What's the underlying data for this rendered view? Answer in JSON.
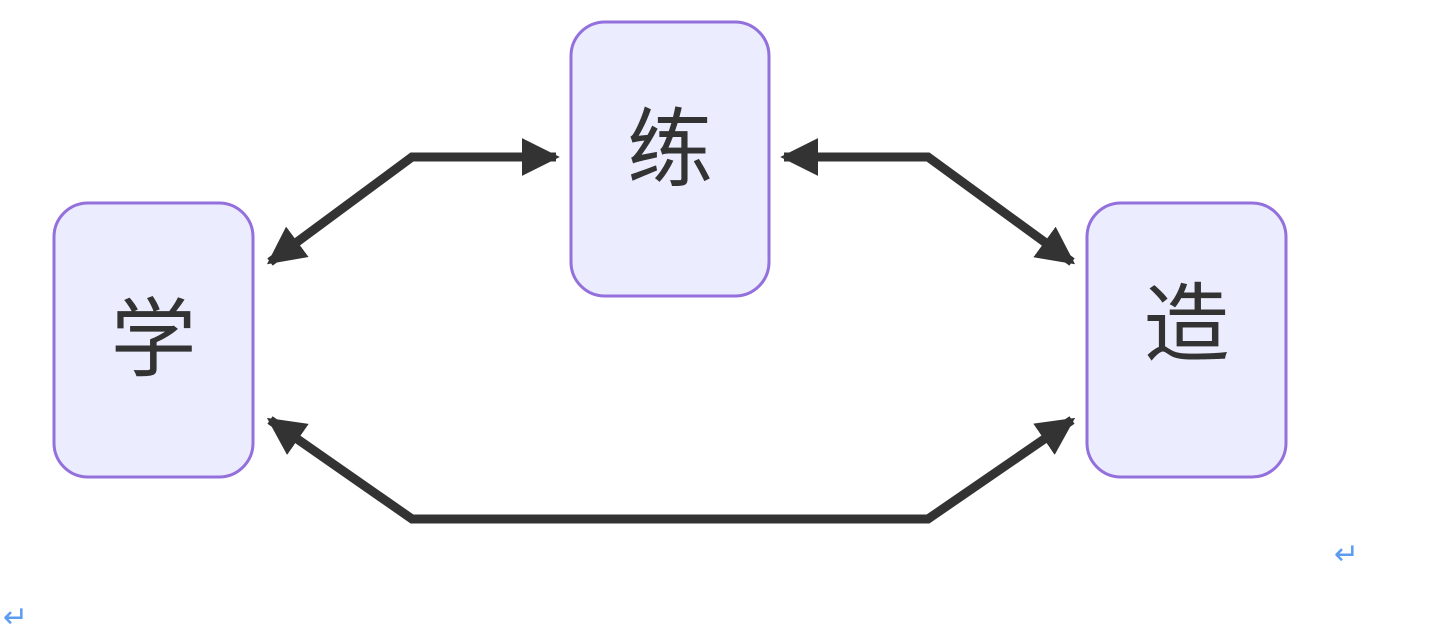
{
  "diagram": {
    "type": "flowchart",
    "nodes": [
      {
        "id": "learn",
        "label": "学"
      },
      {
        "id": "practice",
        "label": "练"
      },
      {
        "id": "create",
        "label": "造"
      }
    ],
    "edges": [
      {
        "from": "learn",
        "to": "practice",
        "bidirectional": true
      },
      {
        "from": "practice",
        "to": "create",
        "bidirectional": true
      },
      {
        "from": "learn",
        "to": "create",
        "bidirectional": true
      }
    ],
    "colors": {
      "node_fill": "#ECECFF",
      "node_stroke": "#9370DB",
      "edge": "#333333",
      "text": "#333333",
      "paragraph_mark": "#5B9BF0"
    }
  },
  "document": {
    "paragraph_mark_1": "↵",
    "paragraph_mark_2": "↵"
  }
}
